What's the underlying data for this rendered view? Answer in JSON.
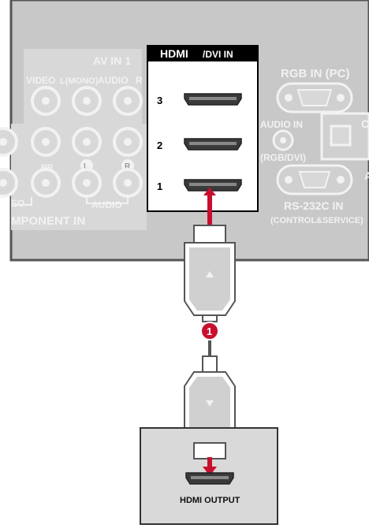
{
  "panel": {
    "av_in_title": "AV IN 1",
    "video_label": "VIDEO",
    "l_mono_label": "L(MONO)",
    "audio_r_label": "AUDIO",
    "r_label": "R",
    "pr_label": "PR",
    "l_label": "L",
    "r_small_label": "R",
    "audio_sub_label": "AUDIO",
    "video_cut_label": "EO",
    "component_in_label": "MPONENT IN",
    "rgb_in_pc_label": "RGB IN (PC)",
    "audio_in_label": "AUDIO IN",
    "rgb_dvi_label": "(RGB/DVI)",
    "rs232c_label": "RS-232C IN",
    "control_service_label": "(CONTROL&SERVICE)",
    "cut_c_label": "C",
    "cut_a_label": "A"
  },
  "hdmi_panel": {
    "header": "HDMI/DVI IN",
    "header_logo": "HDMI",
    "header_suffix": "/DVI IN",
    "port_numbers": [
      "3",
      "2",
      "1"
    ]
  },
  "connection": {
    "step_badge": "1"
  },
  "source_device": {
    "label": "HDMI OUTPUT"
  },
  "colors": {
    "panel_bg": "#c8c8c8",
    "panel_section": "#d8d8d8",
    "panel_text": "#f5f5f5",
    "hdmi_header_bg": "#000000",
    "hdmi_port": "#3a3a3a",
    "accent_red": "#c8102e",
    "cable": "#555555",
    "source_box": "#d9d9d9"
  }
}
